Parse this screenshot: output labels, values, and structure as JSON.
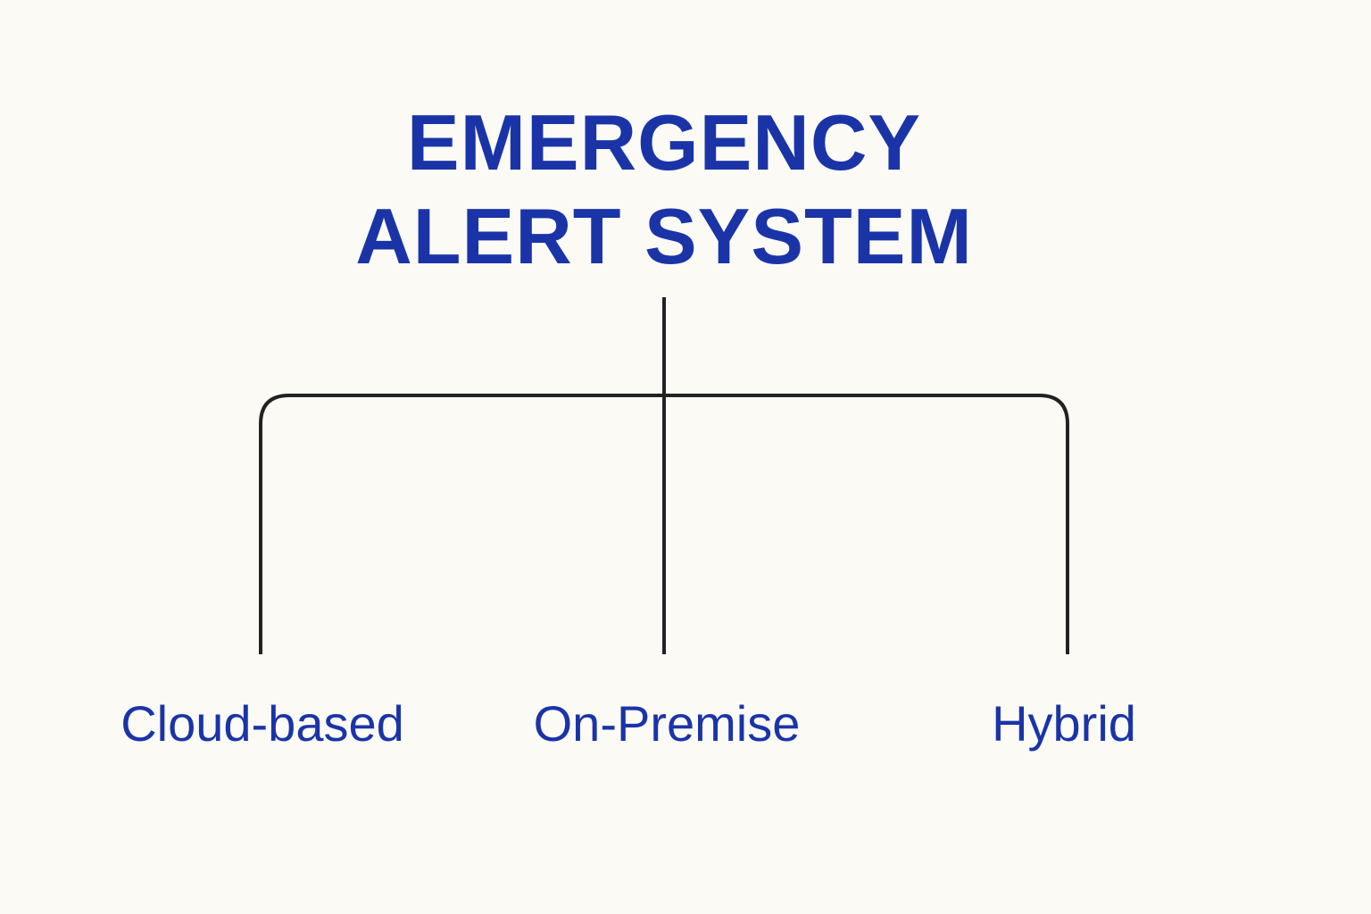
{
  "diagram": {
    "title_lines": [
      "EMERGENCY",
      "ALERT SYSTEM"
    ],
    "branches": [
      {
        "label": "Cloud-based"
      },
      {
        "label": "On-Premise"
      },
      {
        "label": "Hybrid"
      }
    ]
  },
  "colors": {
    "background": "#fbfaf5",
    "text": "#1a34a8",
    "connector": "#222222"
  }
}
